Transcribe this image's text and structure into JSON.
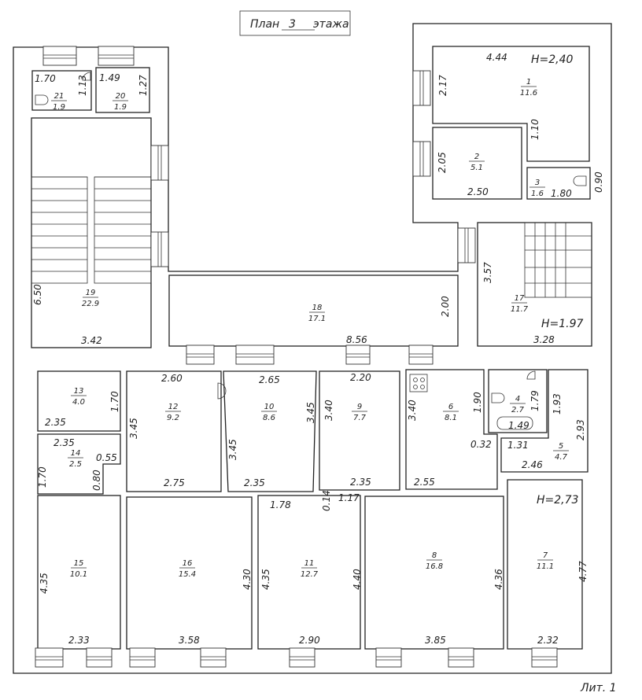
{
  "title": {
    "prefix": "План",
    "floor": "3",
    "suffix": "этажа"
  },
  "lit": "Лит. 1",
  "rooms": [
    {
      "number": "1",
      "area": "11.6"
    },
    {
      "number": "2",
      "area": "5.1"
    },
    {
      "number": "3",
      "area": "1.6"
    },
    {
      "number": "4",
      "area": "2.7"
    },
    {
      "number": "5",
      "area": "4.7"
    },
    {
      "number": "6",
      "area": "8.1"
    },
    {
      "number": "7",
      "area": "11.1"
    },
    {
      "number": "8",
      "area": "16.8"
    },
    {
      "number": "9",
      "area": "7.7"
    },
    {
      "number": "10",
      "area": "8.6"
    },
    {
      "number": "11",
      "area": "12.7"
    },
    {
      "number": "12",
      "area": "9.2"
    },
    {
      "number": "13",
      "area": "4.0"
    },
    {
      "number": "14",
      "area": "2.5"
    },
    {
      "number": "15",
      "area": "10.1"
    },
    {
      "number": "16",
      "area": "15.4"
    },
    {
      "number": "17",
      "area": "11.7"
    },
    {
      "number": "18",
      "area": "17.1"
    },
    {
      "number": "19",
      "area": "22.9"
    },
    {
      "number": "20",
      "area": "1.9"
    },
    {
      "number": "21",
      "area": "1.9"
    }
  ],
  "heights": [
    "H=2,40",
    "H=1.97",
    "H=2,73"
  ],
  "dims": [
    "1.70",
    "1.13",
    "1.49",
    "1.27",
    "6.50",
    "3.42",
    "8.56",
    "2.00",
    "4.44",
    "2.17",
    "1.10",
    "2.05",
    "2.50",
    "1.80",
    "0.90",
    "3.57",
    "3.28",
    "2.60",
    "1.70",
    "2.35",
    "3.45",
    "2.75",
    "2.35",
    "0.55",
    "1.70",
    "0.80",
    "2.65",
    "3.45",
    "3.45",
    "2.35",
    "2.20",
    "3.40",
    "2.35",
    "3.40",
    "1.90",
    "2.55",
    "1.79",
    "1.49",
    "1.93",
    "2.93",
    "0.32",
    "1.31",
    "2.46",
    "1.78",
    "0.14",
    "1.17",
    "4.35",
    "2.33",
    "3.58",
    "4.30",
    "4.35",
    "2.90",
    "4.40",
    "3.85",
    "4.36",
    "2.32",
    "4.77"
  ]
}
